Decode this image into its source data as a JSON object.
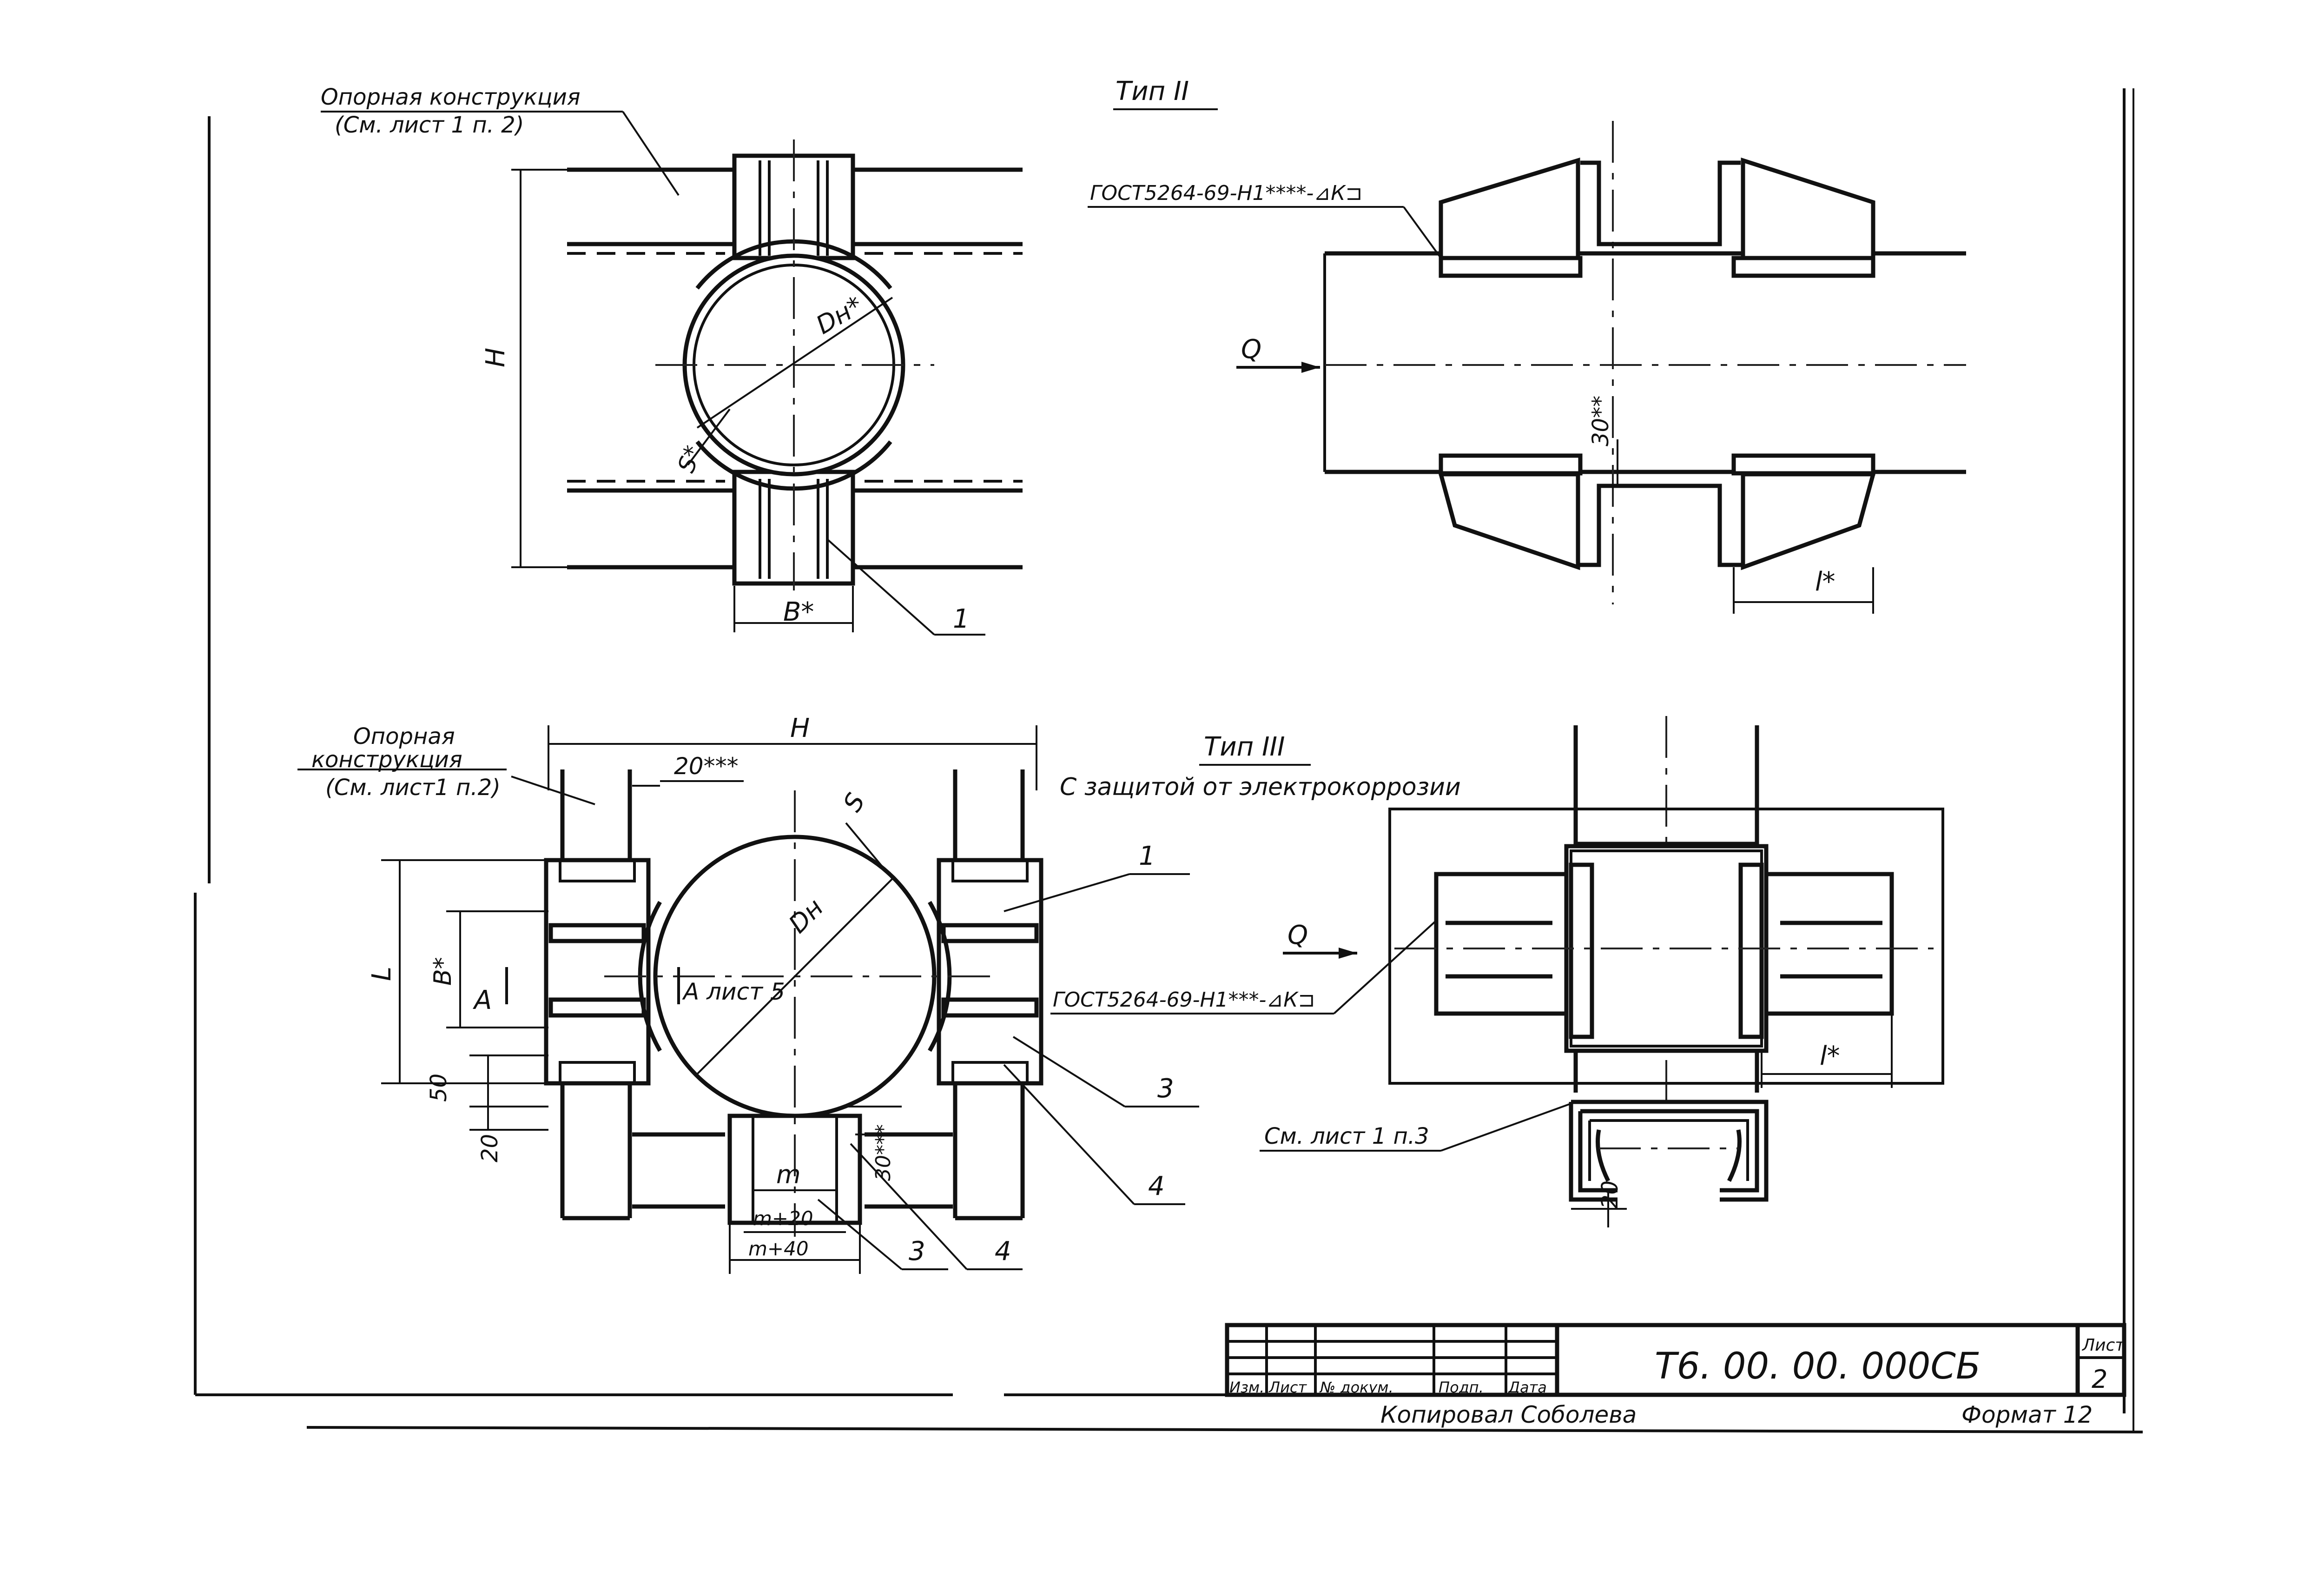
{
  "labels": {
    "support_top_l1": "Опорная  конструкция",
    "support_top_l2": "(См. лист 1  п. 2)",
    "dim_H": "H",
    "dim_Dn": "Dн*",
    "dim_S_star": "S*",
    "dim_B_star": "B*",
    "callout_1_top": "1",
    "type2_title": "Тип  II",
    "type2_weld": "ГОСТ5264-69-Н1****-⊿К⊐",
    "type2_Q": "Q",
    "type2_30": "30**",
    "type2_l": "l*",
    "support_bot_l1": "Опорная",
    "support_bot_l2": "конструкция",
    "support_bot_l3": "(См. лист1 п.2)",
    "dim_H_bot": "H",
    "dim_20_stars": "20***",
    "dim_S_bot": "S",
    "dim_Dn_bot": "Dн",
    "dim_L": "L",
    "dim_B_bot": "B*",
    "section_A_left": "A",
    "section_A_right": "A лист 5",
    "dim_50": "50",
    "dim_20": "20",
    "dim_m": "m",
    "dim_m20": "m+20",
    "dim_m40": "m+40",
    "dim_30_stars": "30***",
    "callout_1_bot": "1",
    "callout_3_right": "3",
    "callout_4_right": "4",
    "callout_3_bot": "3",
    "callout_4_bot": "4",
    "type3_title": "Тип  III",
    "type3_subtitle": "С защитой  от  электрокоррозии",
    "type3_Q": "Q",
    "type3_weld": "ГОСТ5264-69-Н1***-⊿К⊐",
    "type3_l": "l*",
    "type3_ref": "См. лист 1 п.3",
    "type3_20": "20"
  },
  "title_block": {
    "col_izm": "Изм.",
    "col_list": "Лист",
    "col_doc": "№ докум.",
    "col_sign": "Подп.",
    "col_date": "Дата",
    "designation": "Т6. 00. 00. 000СБ",
    "sheet_label": "Лист",
    "sheet_number": "2",
    "copied_by": "Копировал  Соболева",
    "format": "Формат 12"
  }
}
